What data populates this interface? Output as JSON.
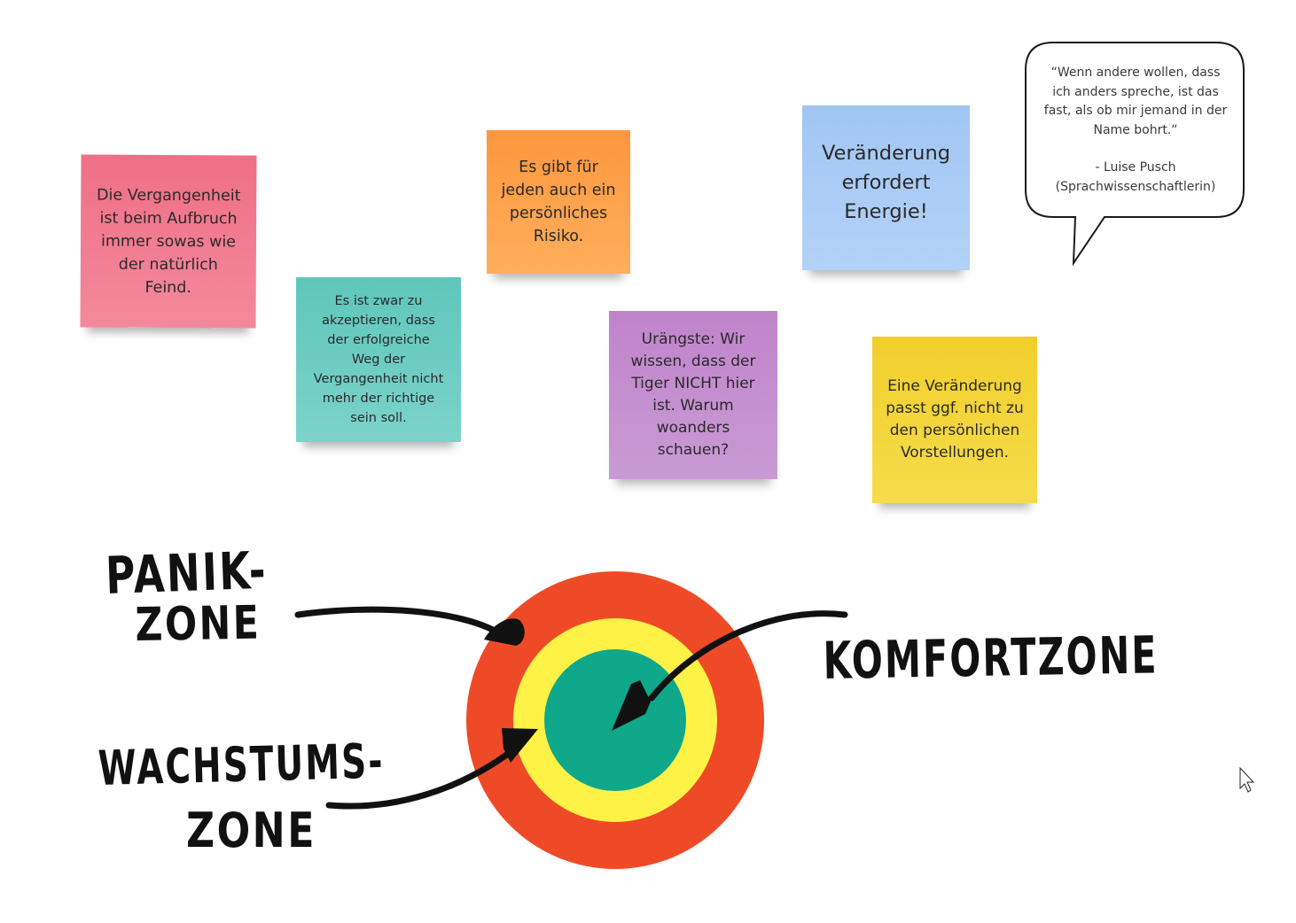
{
  "notes": {
    "pink": {
      "lines": [
        "Die Vergangenheit",
        "ist beim Aufbruch",
        "immer sowas wie",
        "der natürlich",
        "Feind."
      ]
    },
    "teal": {
      "lines": [
        "Es ist zwar zu",
        "akzeptieren, dass",
        "der erfolgreiche",
        "Weg der",
        "Vergangenheit nicht",
        "mehr der richtige",
        "sein soll."
      ]
    },
    "orange": {
      "lines": [
        "Es gibt für",
        "jeden auch ein",
        "persönliches",
        "Risiko."
      ]
    },
    "purple": {
      "lines": [
        "Urängste: Wir",
        "wissen, dass der",
        "Tiger NICHT hier",
        "ist. Warum",
        "woanders",
        "schauen?"
      ]
    },
    "blue": {
      "lines": [
        "Veränderung",
        "erfordert",
        "Energie!"
      ]
    },
    "yellow": {
      "lines": [
        "Eine Veränderung",
        "passt ggf. nicht zu",
        "den persönlichen",
        "Vorstellungen."
      ]
    }
  },
  "quote": {
    "lines": [
      "“Wenn andere wollen, dass",
      "ich anders spreche, ist das",
      "fast, als ob mir jemand in der",
      "Name bohrt.“",
      "",
      "- Luise Pusch",
      "(Sprachwissenschaftlerin)"
    ]
  },
  "zones": {
    "panik": [
      "PANIK-",
      "ZONE"
    ],
    "wachstum": [
      "WACHSTUMS-",
      "ZONE"
    ],
    "komfort": "KOMFORTZONE",
    "colors": {
      "panik": "#ef4a27",
      "wachstum": "#fef246",
      "komfort": "#0fa88a"
    }
  },
  "cursor": "arrow-cursor-icon"
}
